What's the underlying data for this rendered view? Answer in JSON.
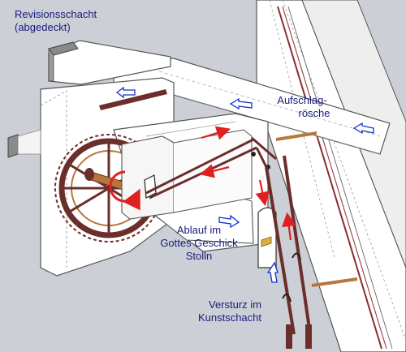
{
  "diagram": {
    "colors": {
      "background": "#ccd0d6",
      "structure_fill": "#ffffff",
      "outline": "#555555",
      "wood": "#6b2e2a",
      "wood_light": "#b8763a",
      "label_text": "#1a1a7a",
      "motion_arrow": "#e02020",
      "water_arrow": "#1030c8"
    },
    "labels": {
      "revisionsschacht": [
        "Revisionsschacht",
        "(abgedeckt)"
      ],
      "aufschlagroesche": [
        "Aufschlag-",
        "rösche"
      ],
      "ablauf": [
        "Ablauf im",
        "Gottes Geschick",
        "Stolln"
      ],
      "versturz": [
        "Versturz im",
        "Kunstschacht"
      ]
    },
    "icons": {
      "motion": "red-arrow",
      "water_flow": "blue-outline-arrow"
    }
  }
}
